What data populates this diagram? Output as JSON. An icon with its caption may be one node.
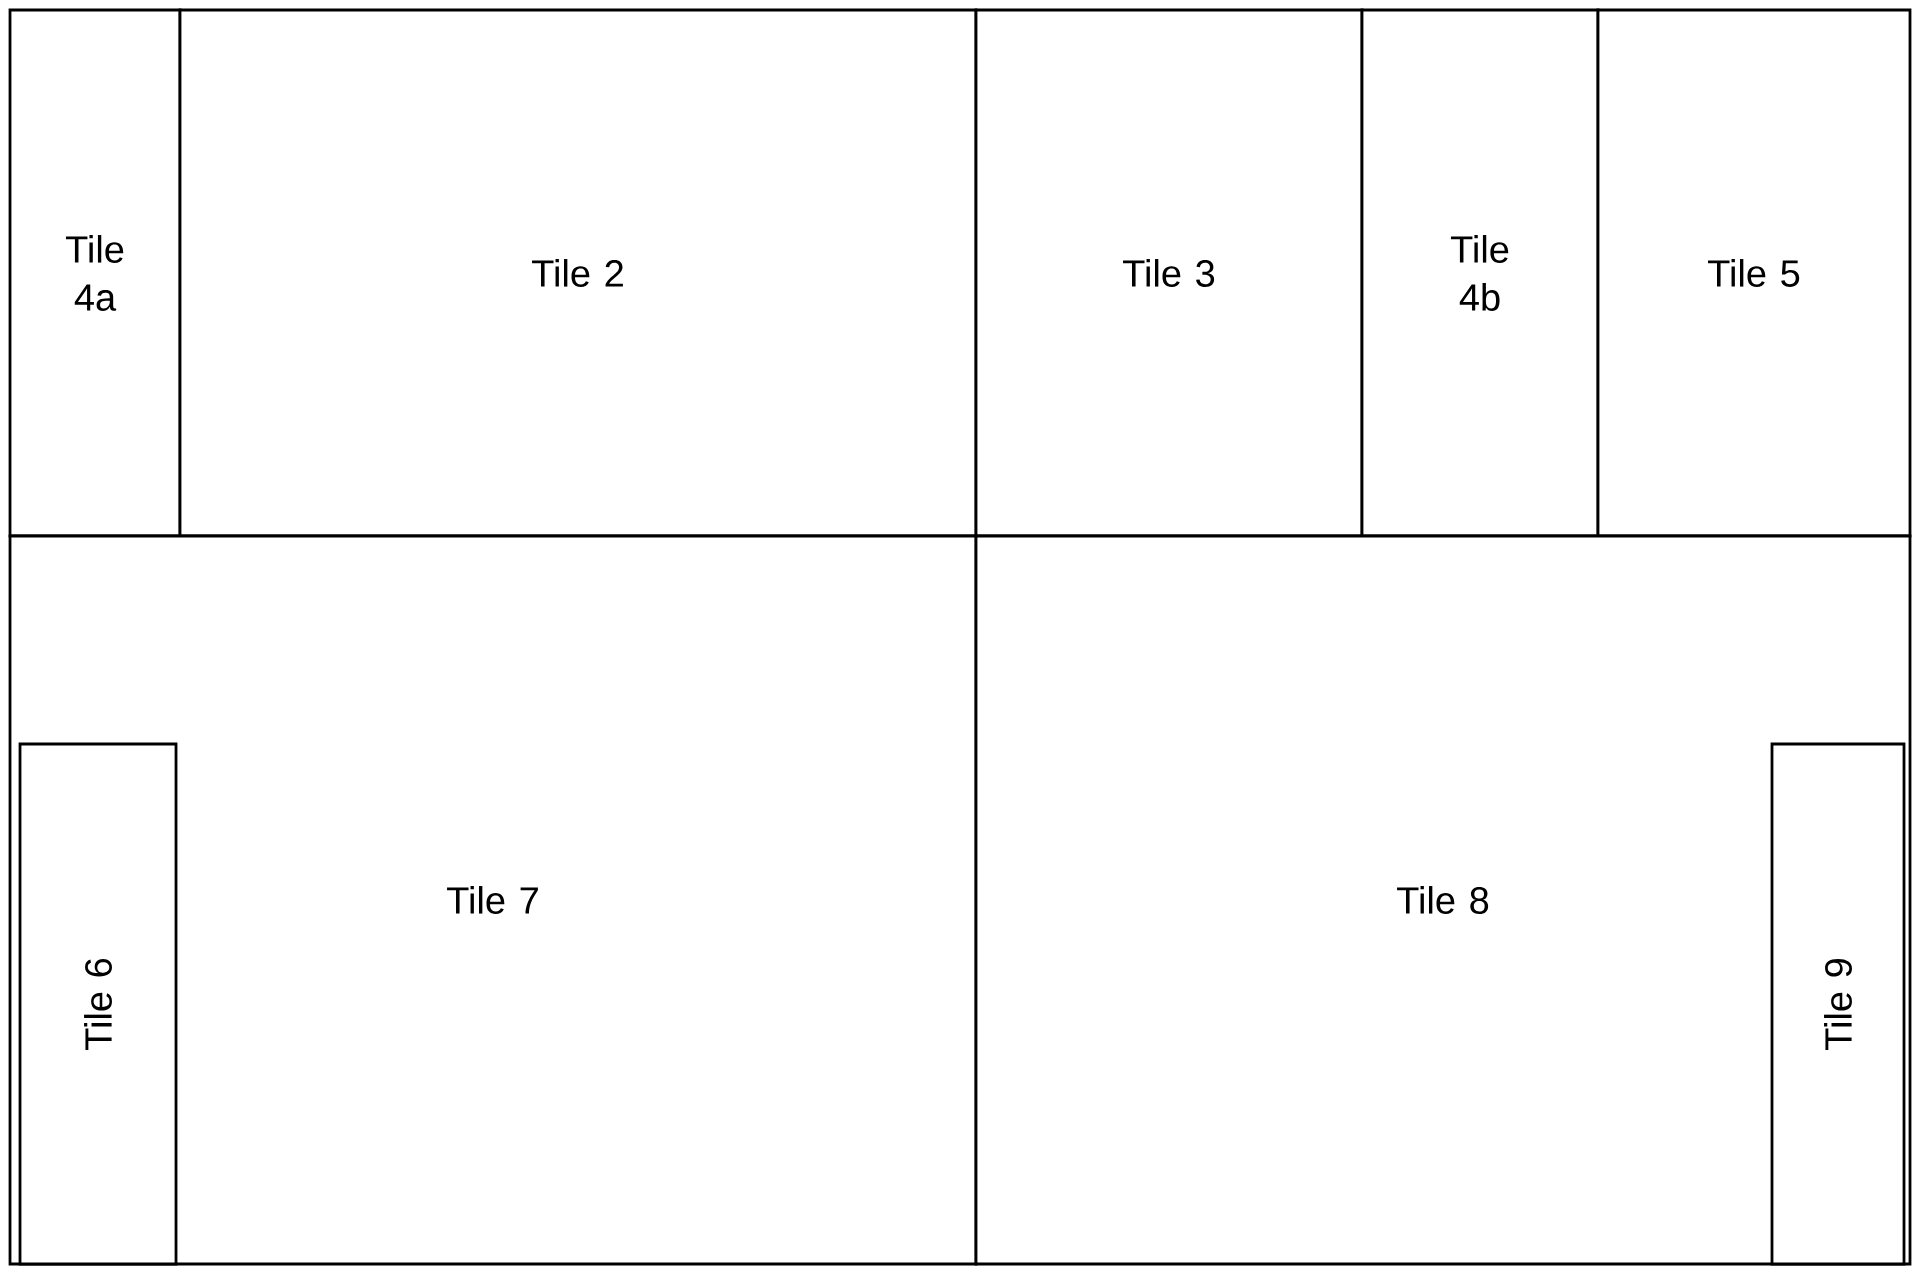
{
  "diagram": {
    "nodes": [
      {
        "text": [
          "Tile 4a"
        ]
      },
      {
        "text": [
          "Tile 2"
        ]
      },
      {
        "text": [
          "Tile 3"
        ]
      },
      {
        "text": [
          "Tile 4b"
        ]
      },
      {
        "text": [
          "Tile 5"
        ]
      },
      {
        "text": [
          "Tile 7"
        ]
      },
      {
        "text": [
          "Tile 6"
        ],
        "in": 5
      },
      {
        "text": [
          "Tile 8"
        ]
      },
      {
        "text": [
          "Tile 9"
        ],
        "in": 7
      }
    ]
  }
}
